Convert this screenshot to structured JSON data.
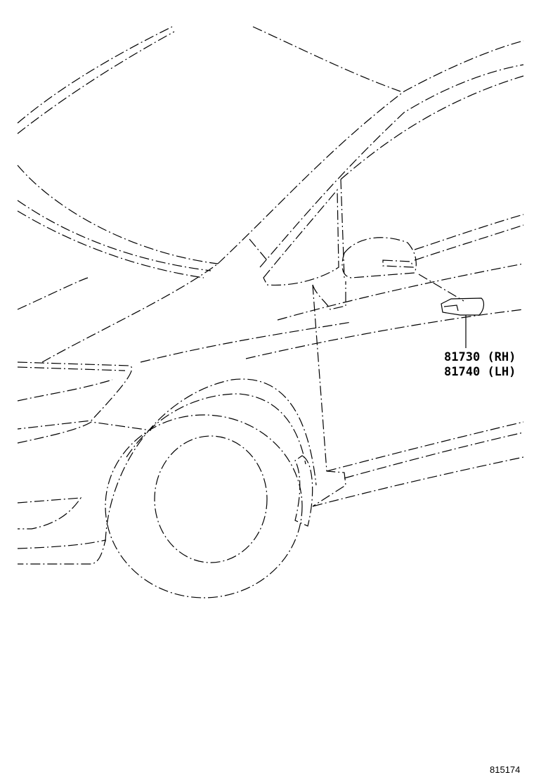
{
  "parts": [
    {
      "number": "81730",
      "side": "(RH)"
    },
    {
      "number": "81740",
      "side": "(LH)"
    }
  ],
  "reference_code": "815174"
}
